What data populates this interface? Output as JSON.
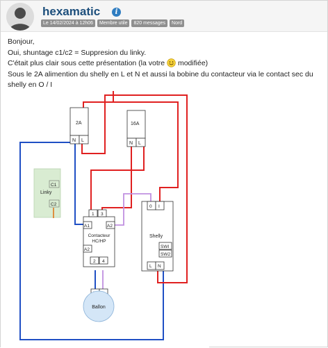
{
  "user": {
    "name": "hexamatic",
    "verified_icon": "info-badge-icon",
    "badges": [
      "Le 14/02/2024 à 12h06",
      "Membre utile",
      "820 messages",
      "Nord"
    ]
  },
  "message": {
    "line1": "Bonjour,",
    "line2": "Oui, shuntage c1/c2 = Suppresion du linky.",
    "line3_before": "C'était plus clair sous cette présentation (la votre",
    "line3_emoji": "smiley-icon",
    "line3_after": "modifiée)",
    "line4": "Sous le 2A alimention du shelly en L et N et aussi la bobine du contacteur via le contact sec du shelly en O / I"
  },
  "diagram": {
    "breaker_2a": "2A",
    "breaker_16a": "16A",
    "terminal_n": "N",
    "terminal_l": "L",
    "linky_label": "Linky",
    "linky_c1": "C1",
    "linky_c2": "C2",
    "contactor_label": "Contacteur HC/HP",
    "contactor_pin_1": "1",
    "contactor_pin_3": "3",
    "contactor_a1": "A1",
    "contactor_a2_right": "A2",
    "contactor_a2_left": "A2",
    "contactor_pin_2": "2",
    "contactor_pin_4": "4",
    "shelly_label": "Shelly",
    "shelly_o": "0",
    "shelly_i": "I",
    "shelly_sw1": "SWI",
    "shelly_sw2": "SW2",
    "ballon_label": "Ballon",
    "colors": {
      "neutral": "#1f4fc4",
      "live": "#e02020",
      "control": "#c090e0"
    }
  }
}
